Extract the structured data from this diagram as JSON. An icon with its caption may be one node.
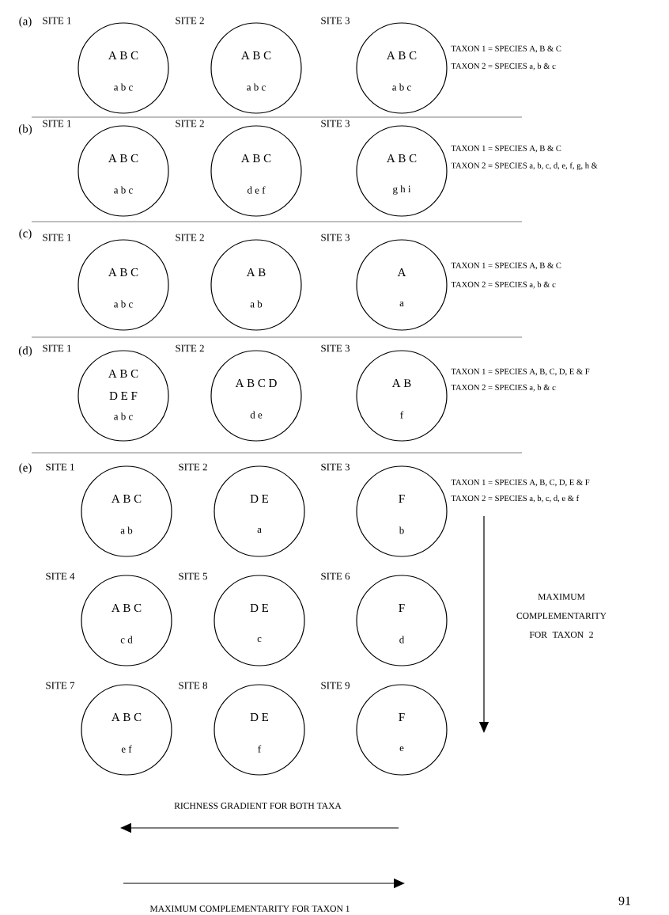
{
  "diagram": {
    "nodes": [
      {
        "text": [
          "A B C",
          "a b c"
        ],
        "beside": [
          "SITE 1"
        ]
      },
      {
        "text": [
          "A B C",
          "a b c"
        ],
        "beside": [
          "SITE 2"
        ]
      },
      {
        "text": [
          "A B C",
          "a b c"
        ],
        "beside": [
          "SITE 3"
        ]
      },
      {
        "text": [
          "A B C",
          "a b c"
        ],
        "beside": [
          "SITE 1"
        ]
      },
      {
        "text": [
          "A B C",
          "d e f"
        ],
        "beside": [
          "SITE 2"
        ]
      },
      {
        "text": [
          "A B C",
          "g h i"
        ],
        "beside": [
          "SITE 3"
        ]
      },
      {
        "text": [
          "A B C",
          "a b c"
        ],
        "beside": [
          "SITE 1"
        ]
      },
      {
        "text": [
          "A B",
          "a b"
        ],
        "beside": [
          "SITE 2"
        ]
      },
      {
        "text": [
          "A",
          "a"
        ],
        "beside": [
          "SITE 3"
        ]
      },
      {
        "text": [
          "A B C",
          "D E F",
          "a b c"
        ],
        "beside": [
          "SITE 1"
        ]
      },
      {
        "text": [
          "A B C D",
          "d e"
        ],
        "beside": [
          "SITE 2"
        ]
      },
      {
        "text": [
          "A B",
          "f"
        ],
        "beside": [
          "SITE 3"
        ]
      },
      {
        "text": [
          "A B C",
          "a b"
        ],
        "beside": [
          "SITE 1"
        ]
      },
      {
        "text": [
          "D E",
          "a"
        ],
        "beside": [
          "SITE 2"
        ]
      },
      {
        "text": [
          "F",
          "b"
        ],
        "beside": [
          "SITE 3"
        ]
      },
      {
        "text": [
          "A B C",
          "c d"
        ],
        "beside": [
          "SITE 4"
        ]
      },
      {
        "text": [
          "D E",
          "c"
        ],
        "beside": [
          "SITE 5"
        ]
      },
      {
        "text": [
          "F",
          "d"
        ],
        "beside": [
          "SITE 6"
        ]
      },
      {
        "text": [
          "A B C",
          "e f"
        ],
        "beside": [
          "SITE 7"
        ]
      },
      {
        "text": [
          "D E",
          "f"
        ],
        "beside": [
          "SITE 8"
        ]
      },
      {
        "text": [
          "F",
          "e"
        ],
        "beside": [
          "SITE 9"
        ]
      }
    ],
    "labels": [
      "(a)",
      "TAXON 1 = SPECIES A, B & C",
      "TAXON 2 = SPECIES a, b & c",
      "(b)",
      "TAXON 1 = SPECIES A, B & C",
      "TAXON 2 = SPECIES a, b, c, d, e, f, g, h &",
      "(c)",
      "TAXON 1 = SPECIES A, B & C",
      "TAXON 2 = SPECIES a, b & c",
      "(d)",
      "TAXON 1 = SPECIES A, B, C, D, E & F",
      "TAXON 2 = SPECIES a, b & c",
      "(e)",
      "TAXON 1 = SPECIES A, B, C, D, E & F",
      "TAXON 2 = SPECIES a, b, c, d, e & f",
      "MAXIMUM COMPLEMENTARITY FOR TAXON 2",
      "RICHNESS GRADIENT FOR BOTH TAXA",
      "MAXIMUM COMPLEMENTARITY FOR TAXON 1",
      "91"
    ]
  }
}
